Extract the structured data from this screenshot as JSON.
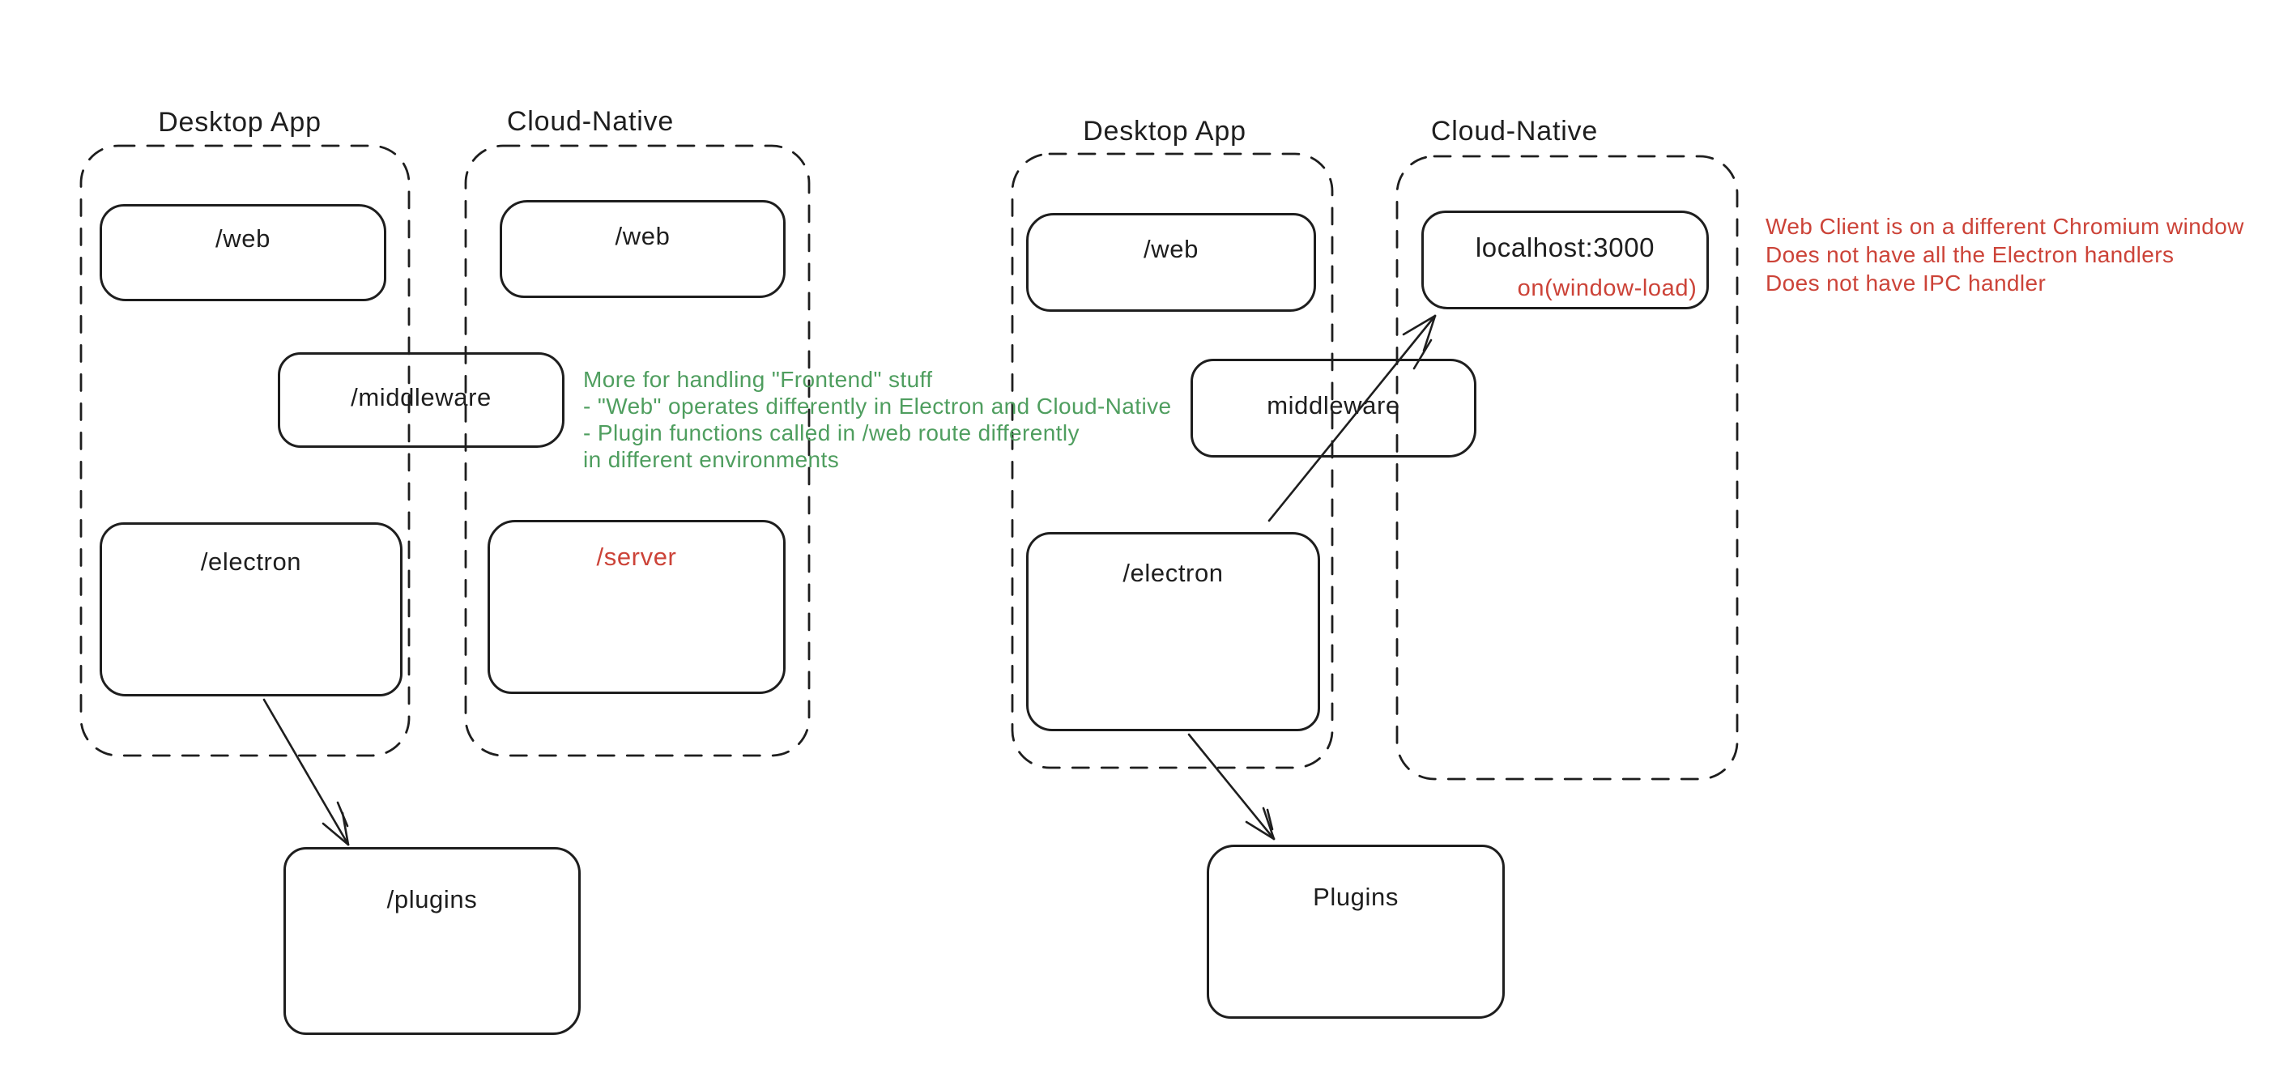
{
  "colors": {
    "ink": "#1e1e1e",
    "green": "#4f9e5f",
    "red": "#cc4338",
    "background": "#ffffff"
  },
  "left_diagram": {
    "desktop": {
      "title": "Desktop App",
      "web_label": "/web",
      "electron_label": "/electron"
    },
    "cloud": {
      "title": "Cloud-Native",
      "web_label": "/web",
      "server_label": "/server"
    },
    "middleware_label": "/middleware",
    "plugins_label": "/plugins",
    "green_note": {
      "lines": [
        "More for handling \"Frontend\" stuff",
        "- \"Web\" operates differently in Electron and Cloud-Native",
        "- Plugin functions called in /web route differently",
        "in different environments"
      ]
    }
  },
  "right_diagram": {
    "desktop": {
      "title": "Desktop App",
      "web_label": "/web",
      "electron_label": "/electron"
    },
    "cloud": {
      "title": "Cloud-Native",
      "localhost_label": "localhost:3000",
      "window_load_label": "on(window-load)"
    },
    "middleware_label": "middleware",
    "plugins_label": "Plugins",
    "red_note": {
      "lines": [
        "Web Client is on a different Chromium window",
        "Does not have all the Electron handlers",
        "Does not have IPC handler"
      ]
    }
  }
}
